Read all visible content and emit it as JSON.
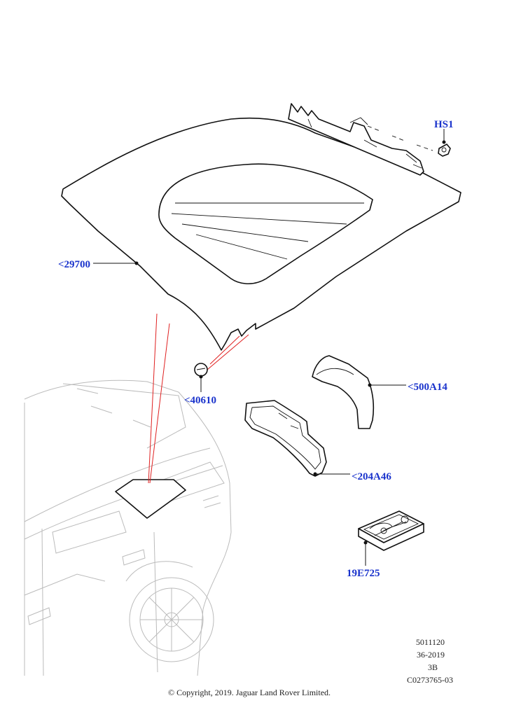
{
  "callouts": {
    "hs1": "HS1",
    "p29700": "<29700",
    "p40610": "<40610",
    "p500a14": "<500A14",
    "p204a46": "<204A46",
    "p19e725": "19E725"
  },
  "reference": {
    "line1": "5011120",
    "line2": "36-2019",
    "line3": "3B",
    "line4": "C0273765-03"
  },
  "copyright": "© Copyright, 2019. Jaguar Land Rover Limited.",
  "colors": {
    "callout_text": "#1a33cc",
    "highlight_line": "#e02020"
  }
}
